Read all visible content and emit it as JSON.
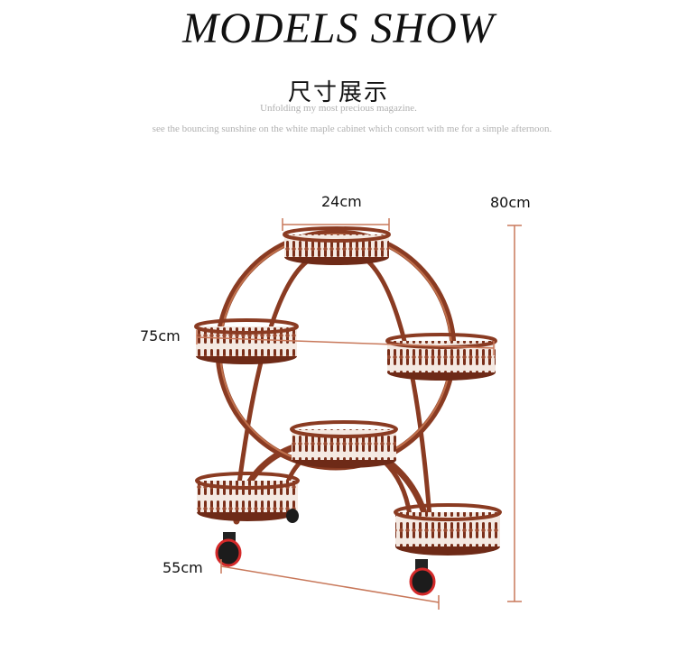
{
  "header": {
    "title": "MODELS SHOW",
    "subtitle": "尺寸展示",
    "tagline": "Unfolding my most precious magazine.",
    "description": "see the bouncing sunshine on the white maple cabinet which consort with me for a simple afternoon."
  },
  "dimensions": {
    "tray_diameter": "24cm",
    "height": "80cm",
    "width": "75cm",
    "depth": "55cm"
  },
  "colors": {
    "frame": "#8a3b22",
    "frame_highlight": "#c0714d",
    "dimension_line": "#c8785a",
    "wheel": "#1c1c1c",
    "wheel_ring": "#d42a2a"
  }
}
